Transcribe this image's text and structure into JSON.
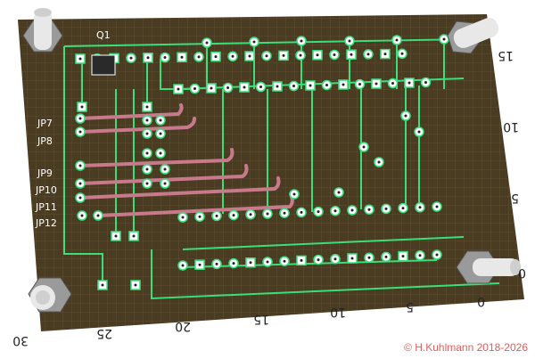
{
  "component_ref": "Q1",
  "jumpers": [
    "JP7",
    "JP8",
    "JP9",
    "JP10",
    "JP11",
    "JP12"
  ],
  "axis_bottom": [
    "30",
    "25",
    "20",
    "15",
    "10",
    "5",
    "0"
  ],
  "axis_right": [
    "15",
    "10",
    "5",
    "0"
  ],
  "copyright": "© H.Kuhlmann 2018-2026",
  "colors": {
    "board": "#4a3c22",
    "grid": "#8a7a55",
    "trace": "#39e07a",
    "jumper": "#c87a8c",
    "pad": "#ffffff"
  }
}
